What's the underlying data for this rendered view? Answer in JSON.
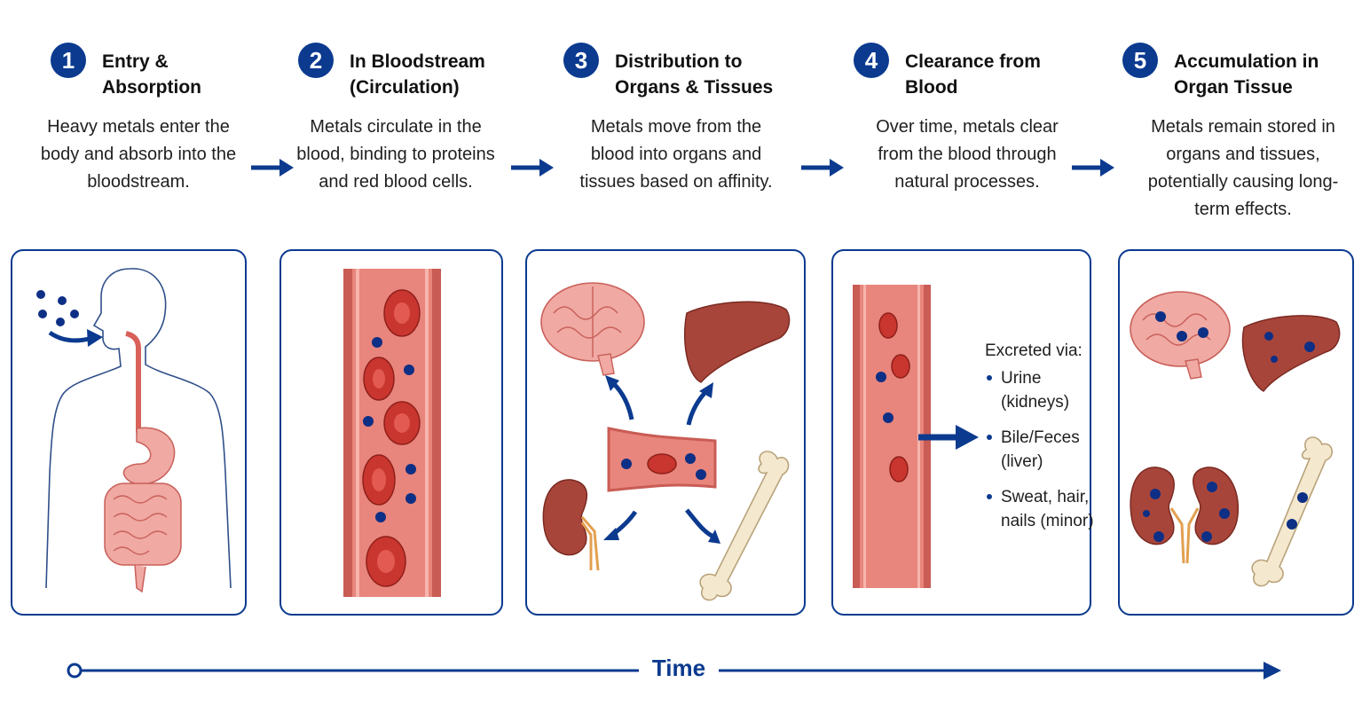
{
  "steps": [
    {
      "number": "1",
      "title_line1": "Entry &",
      "title_line2": "Absorption",
      "description": "Heavy metals enter the body and absorb into the bloodstream."
    },
    {
      "number": "2",
      "title_line1": "In Bloodstream",
      "title_line2": "(Circulation)",
      "description": "Metals circulate in the blood, binding to proteins and red blood cells."
    },
    {
      "number": "3",
      "title_line1": "Distribution to",
      "title_line2": "Organs & Tissues",
      "description": "Metals move from the blood into organs and tissues based on affinity."
    },
    {
      "number": "4",
      "title_line1": "Clearance from",
      "title_line2": "Blood",
      "description": "Over time, metals clear from the blood through natural processes."
    },
    {
      "number": "5",
      "title_line1": "Accumulation in",
      "title_line2": "Organ Tissue",
      "description": "Metals remain stored in organs and tissues, potentially causing long-term effects."
    }
  ],
  "excretion": {
    "header": "Excreted via:",
    "items": [
      "Urine (kidneys)",
      "Bile/Feces (liver)",
      "Sweat, hair, nails (minor)"
    ]
  },
  "timeline": {
    "label": "Time"
  },
  "colors": {
    "accent": "#0b3a8f",
    "vessel": "#e8857c",
    "vessel_dark": "#b84a44",
    "rbc": "#c9362f",
    "metal": "#0d2f85",
    "organ_pink": "#f0a9a3",
    "liver": "#a8453a",
    "bone": "#f4e8cf"
  }
}
